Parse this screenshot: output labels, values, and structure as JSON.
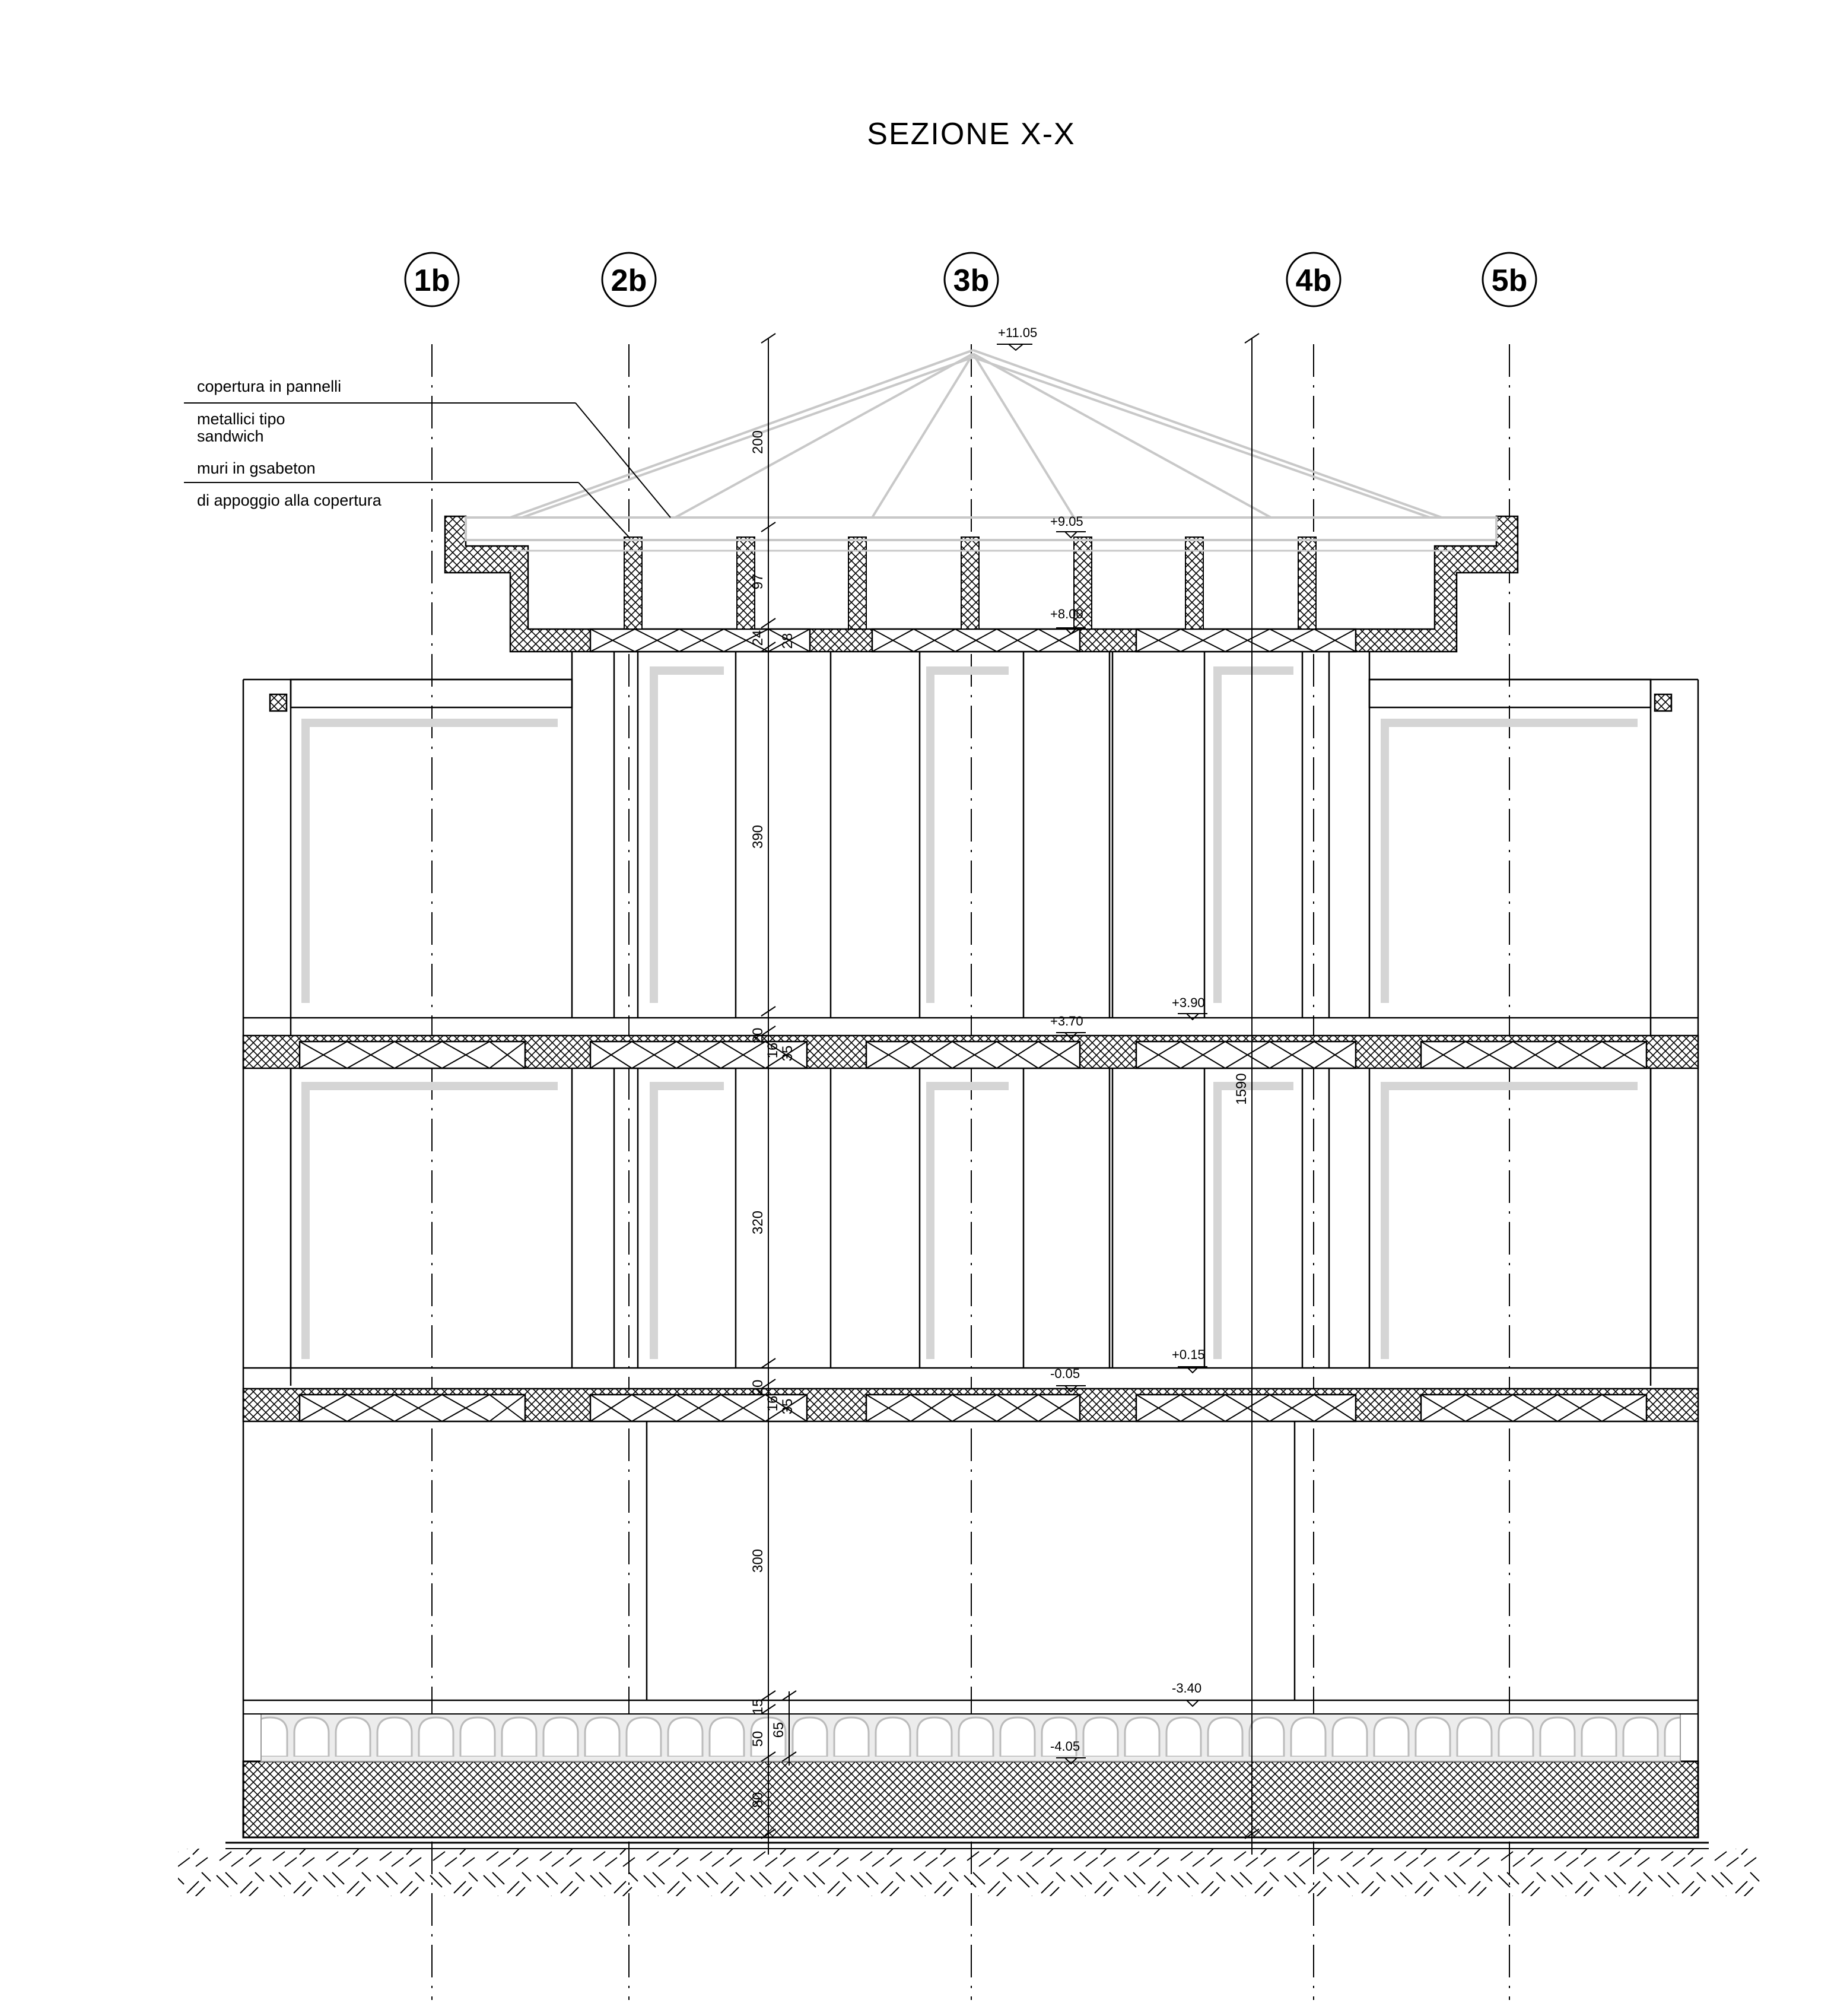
{
  "title": "SEZIONE X-X",
  "axes": [
    "1b",
    "2b",
    "3b",
    "4b",
    "5b"
  ],
  "notes": [
    "copertura in pannelli",
    "metallici tipo",
    "sandwich",
    "muri in gsabeton",
    "di appoggio alla copertura"
  ],
  "elevations": {
    "roof_top": "+11.05",
    "roof_base": "+9.05",
    "roof_slab": "+8.00",
    "first_floor": "+3.70",
    "first_floor_right": "+3.90",
    "ground_floor": "-0.05",
    "ground_floor_right": "+0.15",
    "basement": "-3.40",
    "foundation": "-4.05"
  },
  "dimensions": {
    "roof_height": "200",
    "upper_wall": "97",
    "slab_a": "24",
    "slab_b": "28",
    "storey_2": "390",
    "slab_c": "20",
    "slab_d": "16",
    "slab_e": "35",
    "storey_1": "320",
    "storey_0": "300",
    "crawl_a": "15",
    "crawl_b": "50",
    "crawl_c": "65",
    "foundation": "80",
    "total": "1590"
  }
}
